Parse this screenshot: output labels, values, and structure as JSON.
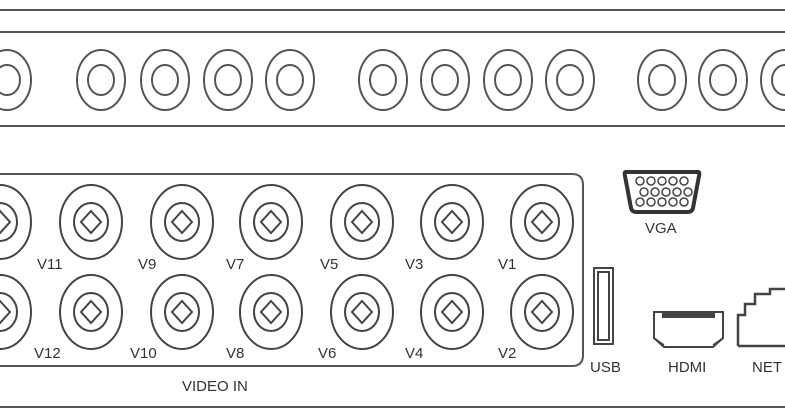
{
  "panel": {
    "video_in_label": "VIDEO IN",
    "row1_labels": [
      "V11",
      "V9",
      "V7",
      "V5",
      "V3",
      "V1"
    ],
    "row2_labels": [
      "V12",
      "V10",
      "V8",
      "V6",
      "V4",
      "V2"
    ],
    "vga_label": "VGA",
    "usb_label": "USB",
    "hdmi_label": "HDMI",
    "net_label": "NET"
  }
}
